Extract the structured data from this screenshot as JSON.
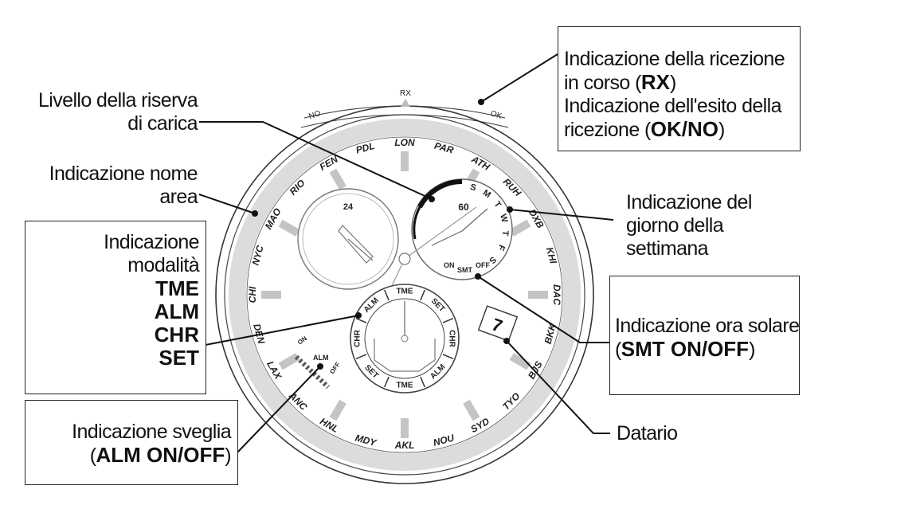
{
  "callouts": {
    "reception": {
      "line1": "Indicazione della ricezione",
      "line2a": "in corso (",
      "line2b": "RX",
      "line2c": ")",
      "line3": "Indicazione dell'esito della",
      "line4a": "ricezione (",
      "line4b": "OK/NO",
      "line4c": ")"
    },
    "power_reserve": {
      "line1": "Livello della riserva",
      "line2": "di carica"
    },
    "area_name": {
      "line1": "Indicazione nome",
      "line2": "area"
    },
    "mode": {
      "line1": "Indicazione",
      "line2": "modalità",
      "modes": [
        "TME",
        "ALM",
        "CHR",
        "SET"
      ]
    },
    "weekday": {
      "line1": "Indicazione del",
      "line2": "giorno della",
      "line3": "settimana"
    },
    "solar_time": {
      "line1": "Indicazione ora solare",
      "line2a": "(",
      "line2b": "SMT ON/OFF",
      "line2c": ")"
    },
    "alarm": {
      "line1": "Indicazione sveglia",
      "line2a": "(",
      "line2b": "ALM ON/OFF",
      "line2c": ")"
    },
    "date": {
      "line1": "Datario"
    }
  },
  "dial": {
    "cities": [
      "LON",
      "PAR",
      "ATH",
      "RUH",
      "DXB",
      "KHI",
      "DAC",
      "BKK",
      "BJS",
      "TYO",
      "SYD",
      "NOU",
      "AKL",
      "MDY",
      "HNL",
      "ANC",
      "LAX",
      "DEN",
      "CHI",
      "NYC",
      "MAO",
      "RIO",
      "FEN",
      "PDL"
    ],
    "reception_labels": {
      "rx": "RX",
      "ok": "OK",
      "no": "NO"
    },
    "subdial_24": "24",
    "power_60": "60",
    "weekdays": [
      "S",
      "M",
      "T",
      "W",
      "T",
      "F",
      "S"
    ],
    "smt": {
      "on": "ON",
      "label": "SMT",
      "off": "OFF"
    },
    "mode_ring": [
      "TME",
      "SET",
      "CHR",
      "ALM",
      "TME",
      "SET",
      "CHR",
      "ALM"
    ],
    "alarm_indicator": {
      "label": "ALM",
      "on": "ON",
      "off": "OFF"
    },
    "date_value": "7"
  }
}
